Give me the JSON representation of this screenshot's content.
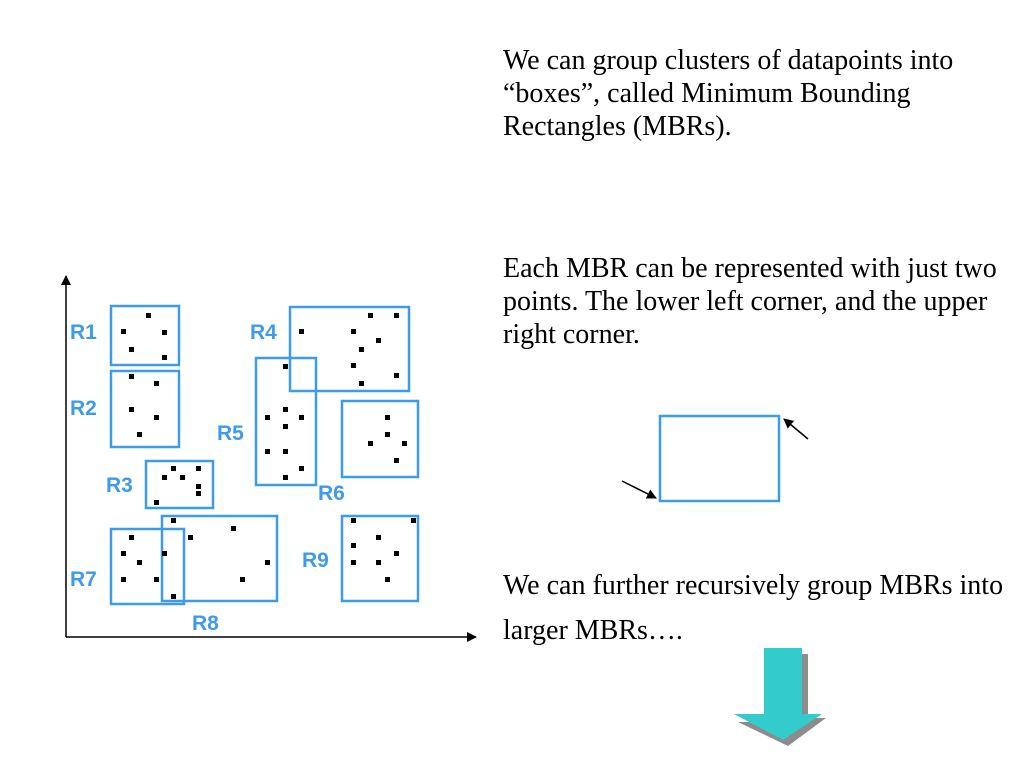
{
  "colors": {
    "box": "#3d9be9",
    "point": "#000000",
    "arrow_fill": "#33cccc",
    "arrow_shadow": "#8c8c8c"
  },
  "text": {
    "para1": "We can group clusters of datapoints into “boxes”, called Minimum Bounding Rectangles (MBRs).",
    "para2": "Each MBR can be represented with just two points. The lower left corner, and the upper right corner.",
    "para3": "We can further recursively group MBRs into larger MBRs…."
  },
  "rectangle_labels": {
    "r1": "R1",
    "r2": "R2",
    "r3": "R3",
    "r4": "R4",
    "r5": "R5",
    "r6": "R6",
    "r7": "R7",
    "r8": "R8",
    "r9": "R9"
  },
  "icons": {
    "down_arrow": "down-arrow-icon"
  }
}
